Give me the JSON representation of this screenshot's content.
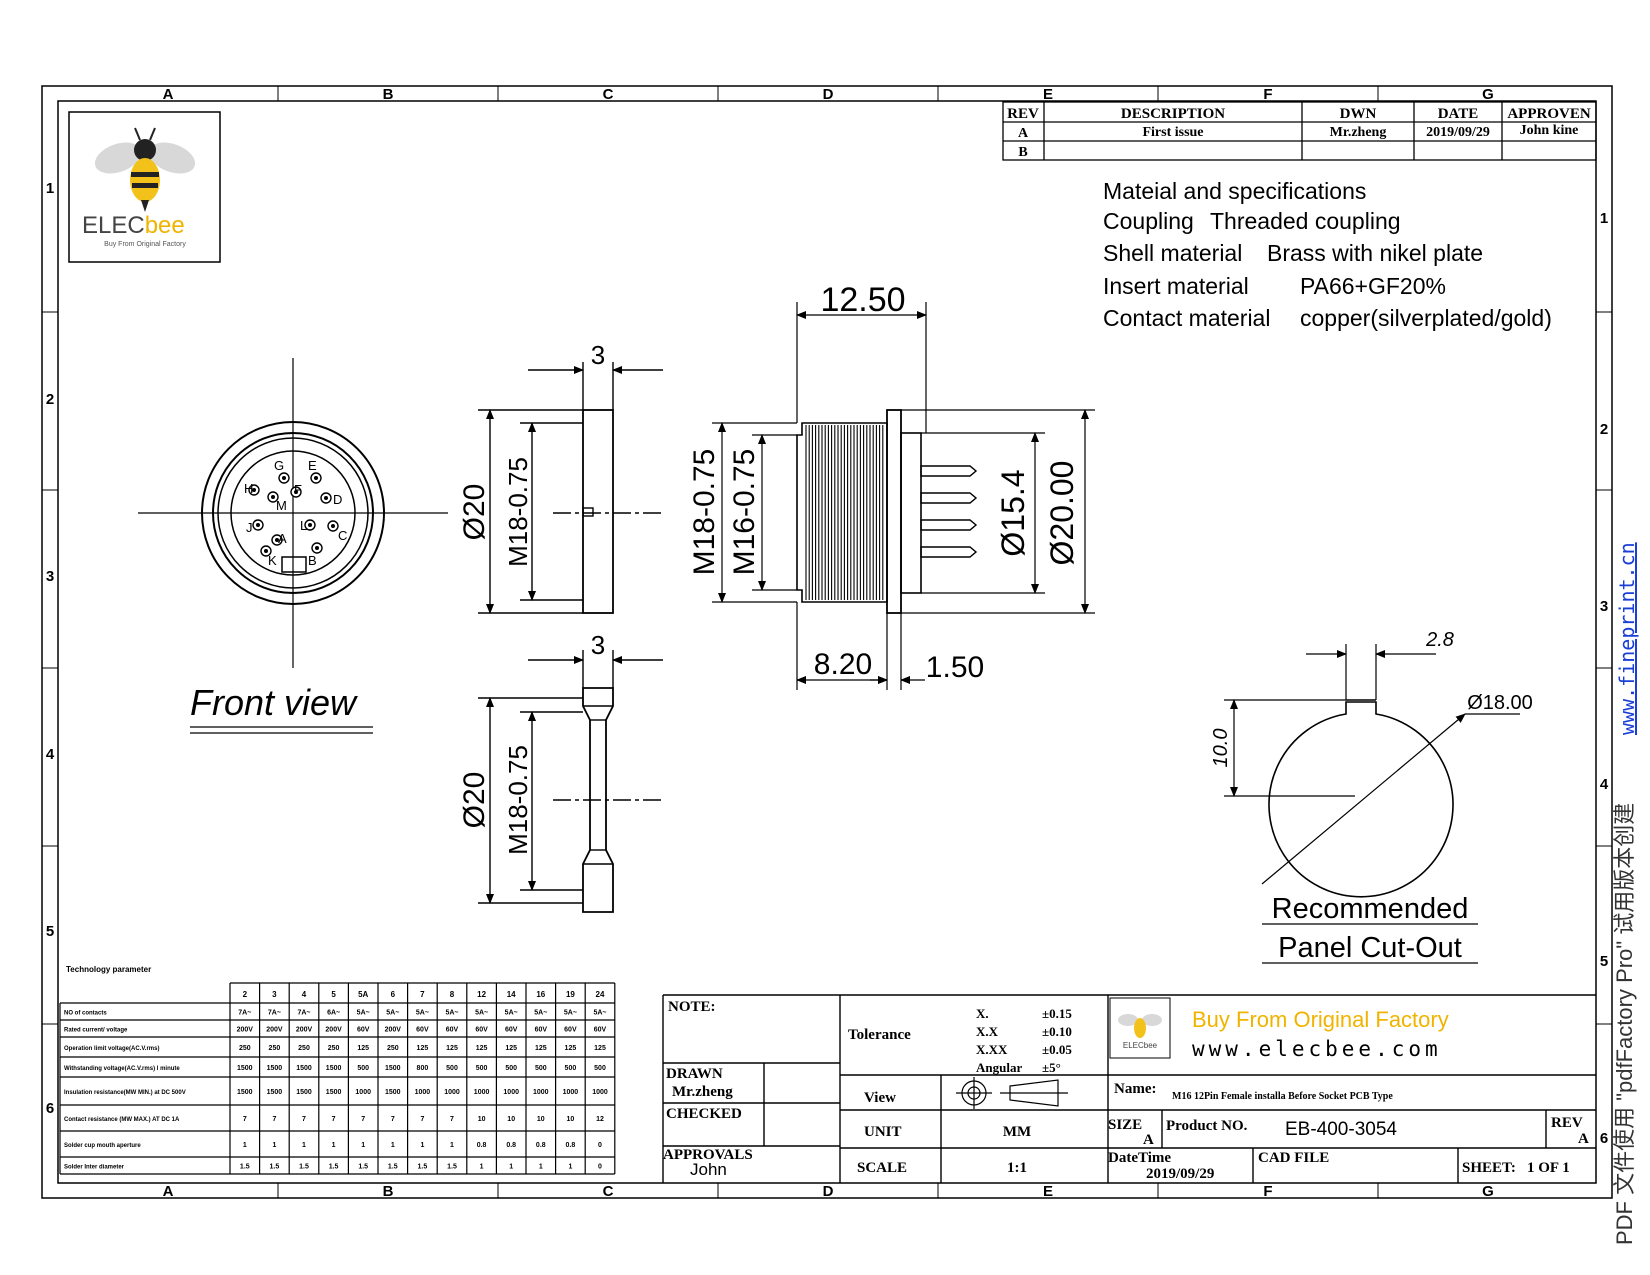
{
  "sheet_border": {
    "col_labels": [
      "A",
      "B",
      "C",
      "D",
      "E",
      "F",
      "G"
    ],
    "row_labels": [
      "1",
      "2",
      "3",
      "4",
      "5",
      "6"
    ]
  },
  "logo": {
    "brand_prefix": "ELEC",
    "brand_suffix": "bee",
    "tagline": "Buy From Original Factory"
  },
  "revision_table": {
    "headers": [
      "REV",
      "DESCRIPTION",
      "DWN",
      "DATE",
      "APPROVEN"
    ],
    "rows": [
      [
        "A",
        "First issue",
        "Mr.zheng",
        "2019/09/29",
        "John kine"
      ],
      [
        "B",
        "",
        "",
        "",
        ""
      ]
    ]
  },
  "specs": {
    "title": "Mateial and specifications",
    "lines": [
      {
        "label": "Coupling",
        "value": "Threaded coupling"
      },
      {
        "label": "Shell material",
        "value": "Brass with nikel plate"
      },
      {
        "label": "Insert material",
        "value": "PA66+GF20%"
      },
      {
        "label": "Contact material",
        "value": "copper(silverplated/gold)"
      }
    ]
  },
  "front_view": {
    "caption": "Front view",
    "pin_letters": [
      "G",
      "E",
      "H",
      "F",
      "D",
      "M",
      "J",
      "L",
      "C",
      "A",
      "K",
      "B"
    ]
  },
  "dimensions": {
    "side_top_width": "3",
    "side_top_dia": "Ø20",
    "side_top_thread": "M18-0.75",
    "side_bottom_width": "3",
    "side_bottom_dia": "Ø20",
    "side_bottom_thread": "M18-0.75",
    "main_length": "12.50",
    "main_thread_outer": "M18-0.75",
    "main_thread_inner": "M16-0.75",
    "main_inner_dia": "Ø15.4",
    "main_outer_dia": "Ø20.00",
    "main_thread_len": "8.20",
    "main_flange": "1.50"
  },
  "cutout": {
    "key_width": "2.8",
    "diameter": "Ø18.00",
    "height": "10.0",
    "title_line1": "Recommended",
    "title_line2": "Panel Cut-Out"
  },
  "tech_table": {
    "title": "Technology parameter",
    "headers": [
      "2",
      "3",
      "4",
      "5",
      "5A",
      "6",
      "7",
      "8",
      "12",
      "14",
      "16",
      "19",
      "24"
    ],
    "rows": [
      {
        "label": "NO of contacts",
        "values": [
          "7A~",
          "7A~",
          "7A~",
          "6A~",
          "5A~",
          "5A~",
          "5A~",
          "5A~",
          "5A~",
          "5A~",
          "5A~",
          "5A~",
          "5A~"
        ]
      },
      {
        "label": "Rated current/ voltage",
        "values": [
          "200V",
          "200V",
          "200V",
          "200V",
          "60V",
          "200V",
          "60V",
          "60V",
          "60V",
          "60V",
          "60V",
          "60V",
          "60V"
        ]
      },
      {
        "label": "Operation limit voltage(AC.V.rms)",
        "values": [
          "250",
          "250",
          "250",
          "250",
          "125",
          "250",
          "125",
          "125",
          "125",
          "125",
          "125",
          "125",
          "125"
        ]
      },
      {
        "label": "Withstanding voltage(AC.V.rms) l minute",
        "values": [
          "1500",
          "1500",
          "1500",
          "1500",
          "500",
          "1500",
          "800",
          "500",
          "500",
          "500",
          "500",
          "500",
          "500"
        ]
      },
      {
        "label": "Insulation resistance(MW MIN.) at DC 500V",
        "values": [
          "1500",
          "1500",
          "1500",
          "1500",
          "1000",
          "1500",
          "1000",
          "1000",
          "1000",
          "1000",
          "1000",
          "1000",
          "1000"
        ]
      },
      {
        "label": "Contact resistance (MW MAX.) AT DC 1A",
        "values": [
          "7",
          "7",
          "7",
          "7",
          "7",
          "7",
          "7",
          "7",
          "10",
          "10",
          "10",
          "10",
          "12"
        ]
      },
      {
        "label": "Solder cup mouth aperture",
        "values": [
          "1",
          "1",
          "1",
          "1",
          "1",
          "1",
          "1",
          "1",
          "0.8",
          "0.8",
          "0.8",
          "0.8",
          "0"
        ]
      },
      {
        "label": "Solder Inter diameter",
        "values": [
          "1.5",
          "1.5",
          "1.5",
          "1.5",
          "1.5",
          "1.5",
          "1.5",
          "1.5",
          "1",
          "1",
          "1",
          "1",
          "0"
        ]
      }
    ]
  },
  "title_block": {
    "note_label": "NOTE:",
    "drawn_label": "DRAWN",
    "drawn_by": "Mr.zheng",
    "checked_label": "CHECKED",
    "approvals_label": "APPROVALS",
    "approvals_by": "John",
    "tolerance_label": "Tolerance",
    "tolerance_rows": [
      {
        "key": "X.",
        "val": "±0.15"
      },
      {
        "key": "X.X",
        "val": "±0.10"
      },
      {
        "key": "X.XX",
        "val": "±0.05"
      },
      {
        "key": "Angular",
        "val": "±5°"
      }
    ],
    "view_label": "View",
    "unit_label": "UNIT",
    "unit_value": "MM",
    "scale_label": "SCALE",
    "scale_value": "1:1",
    "slogan": "Buy From Original Factory",
    "website": "www.elecbee.com",
    "name_label": "Name:",
    "name_value": "M16 12Pin Female installa Before Socket PCB Type",
    "size_label": "SIZE",
    "size_value": "A",
    "product_label": "Product NO.",
    "product_value": "EB-400-3054",
    "rev_label": "REV",
    "rev_value": "A",
    "datetime_label": "DateTime",
    "datetime_value": "2019/09/29",
    "cad_label": "CAD FILE",
    "sheet_label": "SHEET:",
    "sheet_value": "1 OF 1"
  },
  "watermark": {
    "text": "PDF 文件使用 \"pdfFactory Pro\" 试用版本创建",
    "url": "www.fineprint.cn"
  }
}
